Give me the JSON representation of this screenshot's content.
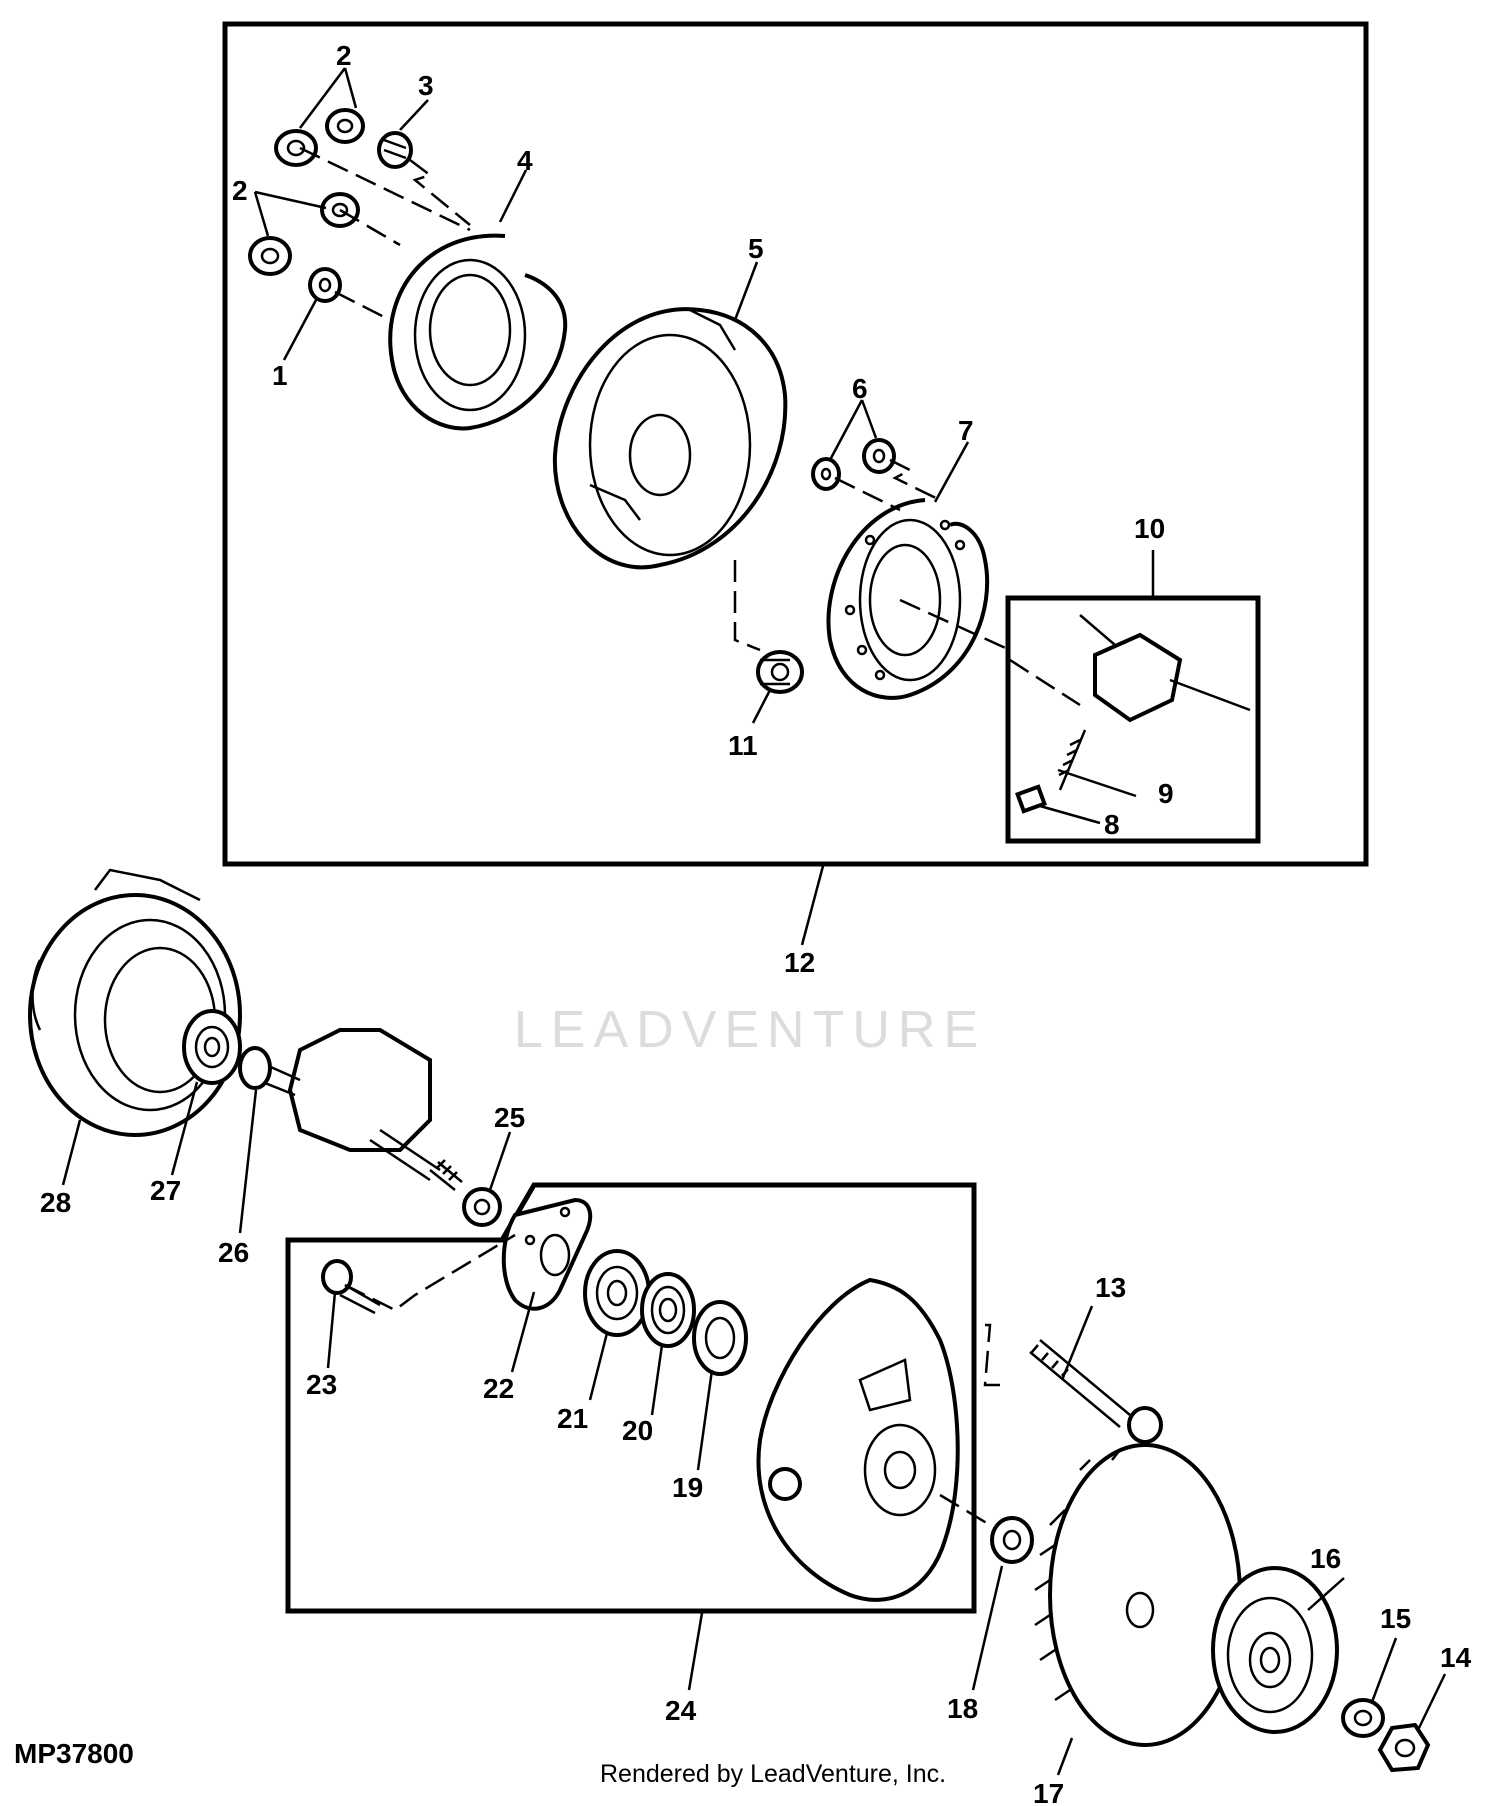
{
  "diagram": {
    "code": "MP37800",
    "credit": "Rendered by LeadVenture, Inc.",
    "watermark": "LEADVENTURE"
  },
  "callouts": [
    {
      "id": "c1",
      "label": "1"
    },
    {
      "id": "c2a",
      "label": "2"
    },
    {
      "id": "c2b",
      "label": "2"
    },
    {
      "id": "c3",
      "label": "3"
    },
    {
      "id": "c4",
      "label": "4"
    },
    {
      "id": "c5",
      "label": "5"
    },
    {
      "id": "c6",
      "label": "6"
    },
    {
      "id": "c7",
      "label": "7"
    },
    {
      "id": "c8",
      "label": "8"
    },
    {
      "id": "c9",
      "label": "9"
    },
    {
      "id": "c10",
      "label": "10"
    },
    {
      "id": "c11",
      "label": "11"
    },
    {
      "id": "c12",
      "label": "12"
    },
    {
      "id": "c13",
      "label": "13"
    },
    {
      "id": "c14",
      "label": "14"
    },
    {
      "id": "c15",
      "label": "15"
    },
    {
      "id": "c16",
      "label": "16"
    },
    {
      "id": "c17",
      "label": "17"
    },
    {
      "id": "c18",
      "label": "18"
    },
    {
      "id": "c19",
      "label": "19"
    },
    {
      "id": "c20",
      "label": "20"
    },
    {
      "id": "c21",
      "label": "21"
    },
    {
      "id": "c22",
      "label": "22"
    },
    {
      "id": "c23",
      "label": "23"
    },
    {
      "id": "c24",
      "label": "24"
    },
    {
      "id": "c25",
      "label": "25"
    },
    {
      "id": "c26",
      "label": "26"
    },
    {
      "id": "c27",
      "label": "27"
    },
    {
      "id": "c28",
      "label": "28"
    }
  ]
}
